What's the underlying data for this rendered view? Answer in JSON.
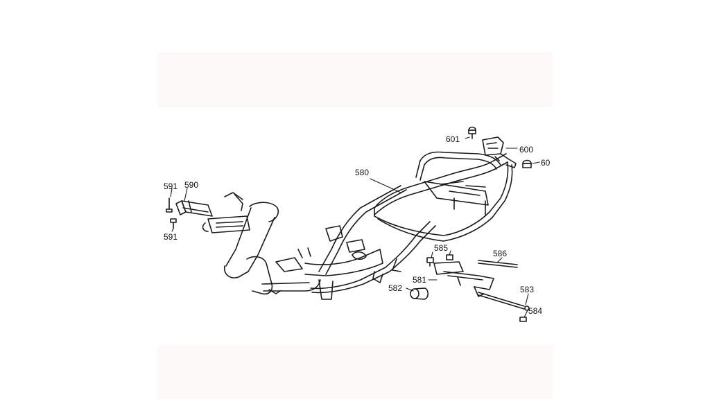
{
  "diagram": {
    "callouts": [
      {
        "id": "c601",
        "text": "601"
      },
      {
        "id": "c600",
        "text": "600"
      },
      {
        "id": "c60",
        "text": "60"
      },
      {
        "id": "c580",
        "text": "580"
      },
      {
        "id": "c591a",
        "text": "591"
      },
      {
        "id": "c590",
        "text": "590"
      },
      {
        "id": "c591b",
        "text": "591"
      },
      {
        "id": "c585",
        "text": "585"
      },
      {
        "id": "c586",
        "text": "586"
      },
      {
        "id": "c581",
        "text": "581"
      },
      {
        "id": "c582",
        "text": "582"
      },
      {
        "id": "c583",
        "text": "583"
      },
      {
        "id": "c584",
        "text": "584"
      }
    ]
  }
}
